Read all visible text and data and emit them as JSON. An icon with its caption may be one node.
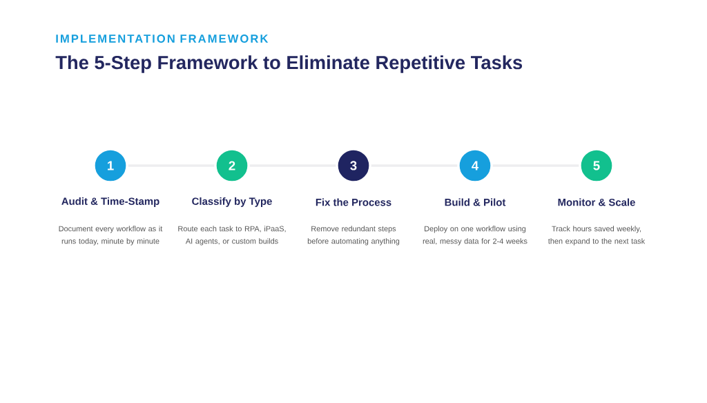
{
  "diagram": {
    "title": "The 5-Step Framework to Eliminate Repetitive Tasks",
    "labels": [
      "IMPLEMENTATION FRAMEWORK"
    ],
    "nodes": [
      {
        "text": [
          "1"
        ],
        "beside": [
          "Audit & Time-Stamp",
          "Document every workflow as it runs today, minute by minute"
        ]
      },
      {
        "text": [
          "2"
        ],
        "beside": [
          "Classify by Type",
          "Route each task to RPA, iPaaS, AI agents, or custom builds"
        ]
      },
      {
        "text": [
          "3"
        ],
        "beside": [
          "Fix the Process",
          "Remove redundant steps before automating anything"
        ]
      },
      {
        "text": [
          "4"
        ],
        "beside": [
          "Build & Pilot",
          "Deploy on one workflow using real, messy data for 2-4 weeks"
        ]
      },
      {
        "text": [
          "5"
        ],
        "beside": [
          "Monitor & Scale",
          "Track hours saved weekly, then expand to the next task"
        ]
      }
    ],
    "edges": [
      {
        "from": 0,
        "to": 1,
        "arrow": "none"
      },
      {
        "from": 1,
        "to": 2,
        "arrow": "none"
      },
      {
        "from": 2,
        "to": 3,
        "arrow": "none"
      },
      {
        "from": 3,
        "to": 4,
        "arrow": "none"
      }
    ]
  }
}
